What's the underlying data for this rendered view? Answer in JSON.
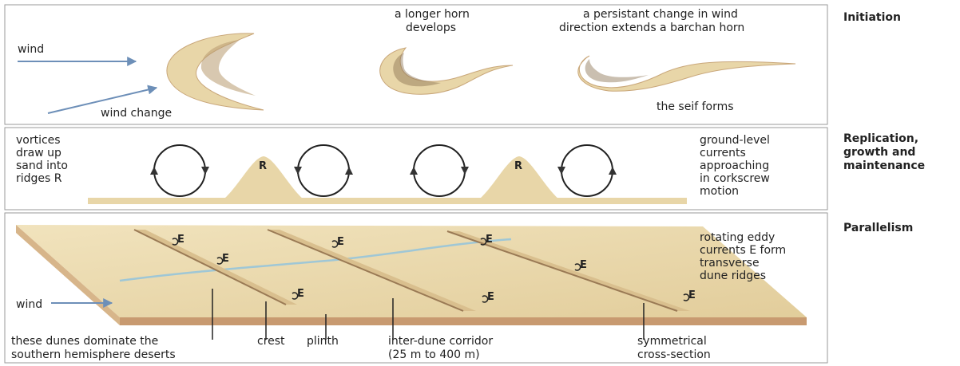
{
  "stages": {
    "initiation": "Initiation",
    "replication": [
      "Replication,",
      "growth and",
      "maintenance"
    ],
    "parallelism": "Parallelism"
  },
  "panel1": {
    "wind": "wind",
    "wind_change": "wind change",
    "longer_horn": [
      "a longer horn",
      "develops"
    ],
    "persistent_change": [
      "a persistant change in wind",
      "direction extends a barchan horn"
    ],
    "seif_forms": "the seif forms"
  },
  "panel2": {
    "vortices": [
      "vortices",
      "draw up",
      "sand into",
      "ridges R"
    ],
    "ridge_label": "R",
    "ground_currents": [
      "ground-level",
      "currents",
      "approaching",
      "in corkscrew",
      "motion"
    ]
  },
  "panel3": {
    "wind": "wind",
    "eddy_label": "E",
    "eddy_text": [
      "rotating eddy",
      "currents E form",
      "transverse",
      "dune ridges"
    ],
    "southern": [
      "these dunes dominate the",
      "southern hemisphere deserts"
    ],
    "crest": "crest",
    "plinth": "plinth",
    "corridor": [
      "inter-dune corridor",
      "(25 m to 400 m)"
    ],
    "cross_section": [
      "symmetrical",
      "cross-section"
    ]
  },
  "colors": {
    "sand": "#e8d6a8",
    "sand_dark": "#c9a77a",
    "slab_side": "#c89a70",
    "wind_arrow": "#6d8fb8",
    "water": "#9fc7d6",
    "panel_border": "#9a9a9a"
  }
}
